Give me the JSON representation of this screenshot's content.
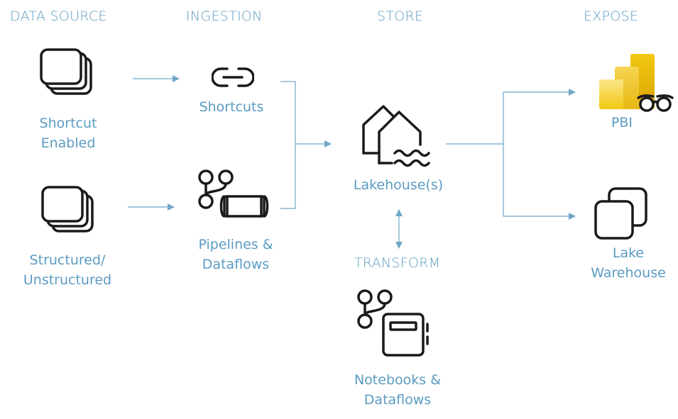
{
  "columns": {
    "data_source": "DATA SOURCE",
    "ingestion": "INGESTION",
    "store": "STORE",
    "expose": "EXPOSE",
    "transform": "TRANSFORM"
  },
  "nodes": {
    "shortcut_enabled": [
      "Shortcut",
      "Enabled"
    ],
    "structured": [
      "Structured/",
      "Unstructured"
    ],
    "shortcuts": "Shortcuts",
    "pipelines": [
      "Pipelines &",
      "Dataflows"
    ],
    "lakehouse": "Lakehouse(s)",
    "notebooks": [
      "Notebooks &",
      "Dataflows"
    ],
    "pbi": "PBI",
    "lake_warehouse": [
      "Lake",
      "Warehouse"
    ]
  },
  "icons": [
    "stack-icon",
    "stack-icon",
    "link-icon",
    "pipeline-icon",
    "lakehouse-icon",
    "notebook-icon",
    "power-bi-icon",
    "glasses-icon",
    "warehouse-icon"
  ],
  "colors": {
    "label": "#5b9bc2",
    "arrow": "#6fa8c8",
    "icon": "#1a1a1a",
    "pbi_gold": "#f2c811"
  }
}
